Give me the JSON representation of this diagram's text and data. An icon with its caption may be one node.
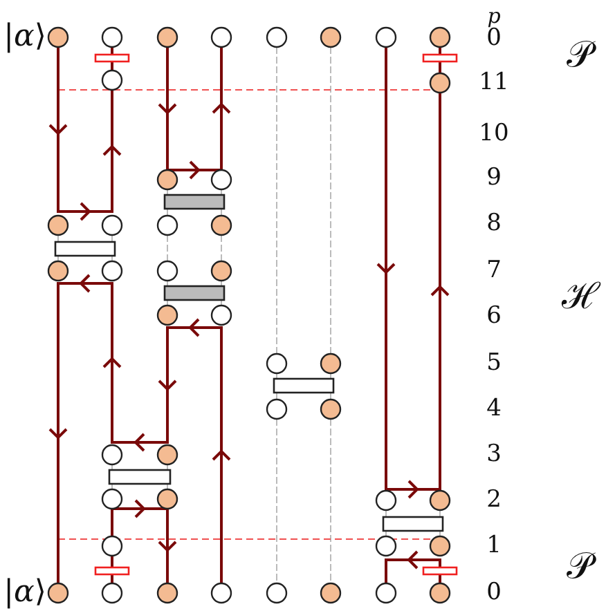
{
  "diagram": {
    "nodes": [
      {
        "text": [],
        "shape": "circle"
      },
      {
        "text": [],
        "shape": "circle"
      },
      {
        "text": [],
        "shape": "circle"
      },
      {
        "text": [],
        "shape": "circle"
      },
      {
        "text": [],
        "shape": "circle"
      },
      {
        "text": [],
        "shape": "circle"
      },
      {
        "text": [],
        "shape": "circle"
      },
      {
        "text": [],
        "shape": "circle"
      },
      {
        "text": [],
        "shape": "circle"
      },
      {
        "text": [],
        "shape": "circle"
      },
      {
        "text": [],
        "shape": "circle"
      },
      {
        "text": [],
        "shape": "circle"
      },
      {
        "text": [],
        "shape": "circle"
      },
      {
        "text": [],
        "shape": "circle"
      },
      {
        "text": [],
        "shape": "circle"
      },
      {
        "text": [],
        "shape": "circle"
      },
      {
        "text": [],
        "shape": "circle"
      },
      {
        "text": [],
        "shape": "circle"
      },
      {
        "text": [],
        "shape": "circle"
      },
      {
        "text": [],
        "shape": "circle"
      },
      {
        "text": [],
        "shape": "circle"
      },
      {
        "text": [],
        "shape": "circle"
      },
      {
        "text": [],
        "shape": "circle"
      },
      {
        "text": [],
        "shape": "circle"
      },
      {
        "text": [],
        "shape": "circle"
      },
      {
        "text": [],
        "shape": "circle"
      },
      {
        "text": [],
        "shape": "circle"
      },
      {
        "text": [],
        "shape": "circle"
      },
      {
        "text": [],
        "shape": "circle"
      },
      {
        "text": [],
        "shape": "circle"
      },
      {
        "text": [],
        "shape": "circle"
      },
      {
        "text": [],
        "shape": "circle"
      },
      {
        "text": [],
        "shape": "circle"
      },
      {
        "text": [],
        "shape": "circle"
      },
      {
        "text": [],
        "shape": "circle"
      },
      {
        "text": [],
        "shape": "circle"
      },
      {
        "text": [],
        "shape": "circle"
      },
      {
        "text": [],
        "shape": "circle"
      },
      {
        "text": [],
        "shape": "circle"
      },
      {
        "text": [],
        "shape": "circle"
      },
      {
        "text": [],
        "shape": "circle"
      },
      {
        "text": [],
        "shape": "circle"
      },
      {
        "text": [],
        "shape": "circle"
      }
    ],
    "edges": [
      {
        "from": 0,
        "to": 8,
        "arrow": "to",
        "color": "#7a0a0a"
      },
      {
        "from": 1,
        "to": 8,
        "arrow": "none",
        "color": "#7a0a0a"
      },
      {
        "from": 2,
        "to": 3,
        "arrow": "to",
        "color": "#7a0a0a"
      },
      {
        "from": 6,
        "to": 9,
        "arrow": "to",
        "color": "#7a0a0a"
      },
      {
        "from": 7,
        "to": 9,
        "arrow": "none",
        "color": "#7a0a0a"
      },
      {
        "from": 38,
        "to": 35,
        "arrow": "to",
        "color": "#7a0a0a"
      },
      {
        "from": 32,
        "to": 37,
        "arrow": "to",
        "color": "#7a0a0a"
      },
      {
        "from": 32,
        "to": 36,
        "arrow": "none",
        "color": "#7a0a0a"
      },
      {
        "from": 42,
        "to": 41,
        "arrow": "to",
        "color": "#7a0a0a"
      },
      {
        "from": 4,
        "to": 22,
        "arrow": "none",
        "style": "dashed"
      },
      {
        "from": 22,
        "to": 24,
        "arrow": "none",
        "style": "dashed"
      },
      {
        "from": 24,
        "to": 39,
        "arrow": "none",
        "style": "dashed"
      },
      {
        "from": 5,
        "to": 23,
        "arrow": "none",
        "style": "dashed"
      },
      {
        "from": 23,
        "to": 25,
        "arrow": "none",
        "style": "dashed"
      },
      {
        "from": 25,
        "to": 40,
        "arrow": "none",
        "style": "dashed"
      },
      {
        "from": 10,
        "to": 14,
        "arrow": "none",
        "style": "dashed"
      },
      {
        "from": 11,
        "to": 15,
        "arrow": "none",
        "style": "dashed"
      },
      {
        "from": 12,
        "to": 16,
        "arrow": "none",
        "style": "dashed"
      },
      {
        "from": 13,
        "to": 17,
        "arrow": "none",
        "style": "dashed"
      },
      {
        "from": 14,
        "to": 18,
        "arrow": "none",
        "style": "dashed"
      },
      {
        "from": 15,
        "to": 19,
        "arrow": "none",
        "style": "dashed"
      },
      {
        "from": 18,
        "to": 20,
        "arrow": "none",
        "style": "dashed"
      },
      {
        "from": 19,
        "to": 21,
        "arrow": "none",
        "style": "dashed"
      },
      {
        "from": 26,
        "to": 28,
        "arrow": "none",
        "style": "dashed"
      },
      {
        "from": 27,
        "to": 29,
        "arrow": "none",
        "style": "dashed"
      },
      {
        "from": 30,
        "to": 33,
        "arrow": "none",
        "style": "dashed"
      },
      {
        "from": 31,
        "to": 34,
        "arrow": "none",
        "style": "dashed"
      },
      {
        "from": null,
        "to": 9,
        "arrow": "none",
        "style": "dashed",
        "color": "#f05050"
      },
      {
        "from": null,
        "to": 34,
        "arrow": "none",
        "style": "dashed",
        "color": "#f05050"
      }
    ],
    "labels": [
      "|*α*⟩",
      "p",
      "0",
      "𝒫",
      "11",
      "10",
      "9",
      "8",
      "ℋ",
      "7",
      "6",
      "5",
      "4",
      "3",
      "2",
      "1",
      "𝒫",
      "|*α*⟩",
      "0"
    ]
  }
}
